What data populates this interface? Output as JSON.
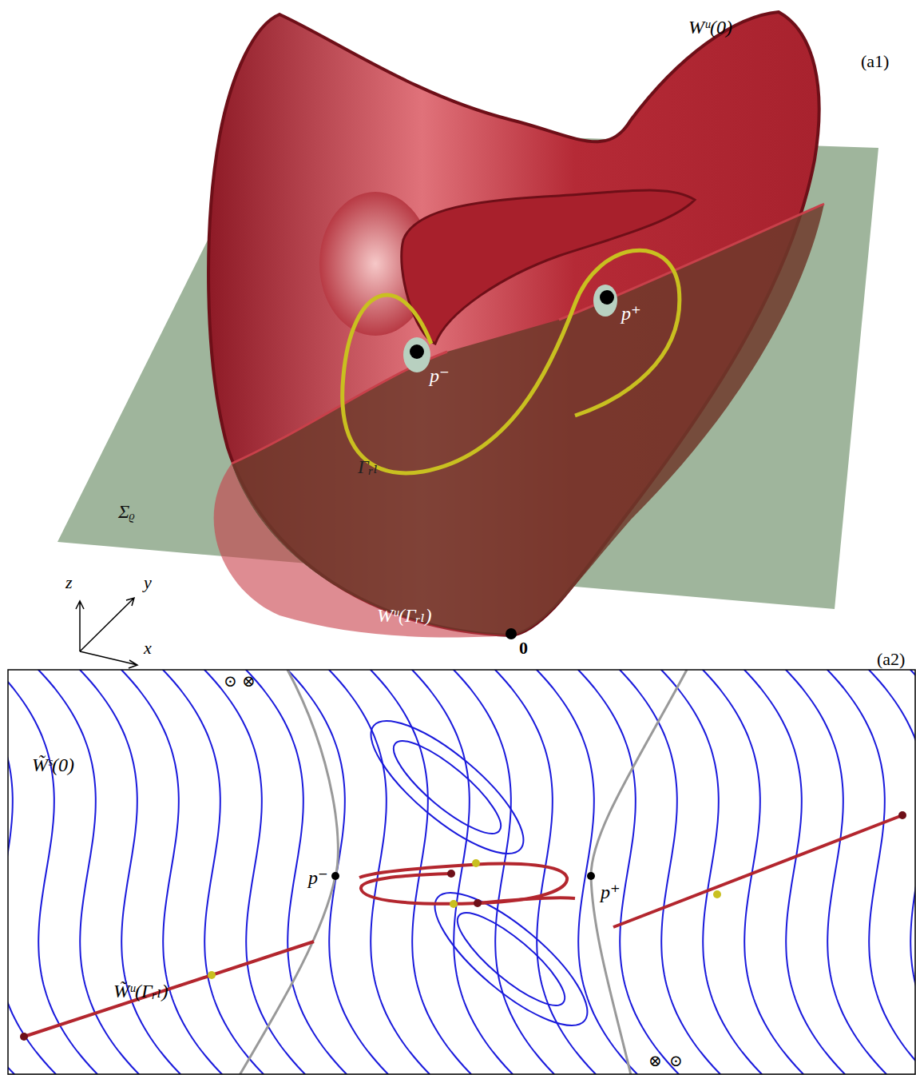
{
  "diagram": {
    "labels": [
      "Wᵘ(0)",
      "(a1)",
      "p⁺",
      "p⁻",
      "Γᵣₗ",
      "Σᵨ",
      "z",
      "y",
      "x",
      "Wᵘ(Γᵣₗ)",
      "0",
      "(a2)",
      "⊙",
      "⊗",
      "W̃ˢ(0)",
      "p⁻",
      "p⁺",
      "W̃ᵘ(Γᵣₗ)",
      "⊗",
      "⊙"
    ]
  }
}
